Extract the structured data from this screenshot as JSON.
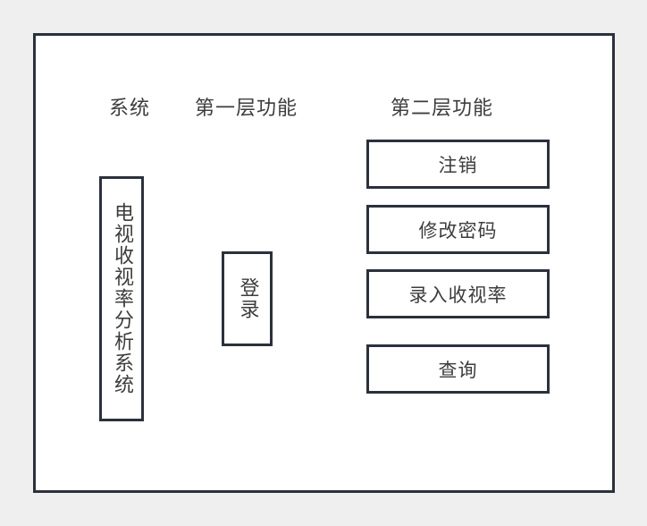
{
  "canvas": {
    "page_bg": "#efefef",
    "panel_bg": "#ffffff",
    "border_color": "#2b313c",
    "text_color": "#3d3d3d"
  },
  "diagram": {
    "columns": [
      {
        "label": "系统"
      },
      {
        "label": "第一层功能"
      },
      {
        "label": "第二层功能"
      }
    ],
    "system_box": {
      "label": "电视收视率分析系统"
    },
    "level1_box": {
      "label": "登录"
    },
    "level2_boxes": [
      {
        "label": "注销"
      },
      {
        "label": "修改密码"
      },
      {
        "label": "录入收视率"
      },
      {
        "label": "查询"
      }
    ]
  }
}
